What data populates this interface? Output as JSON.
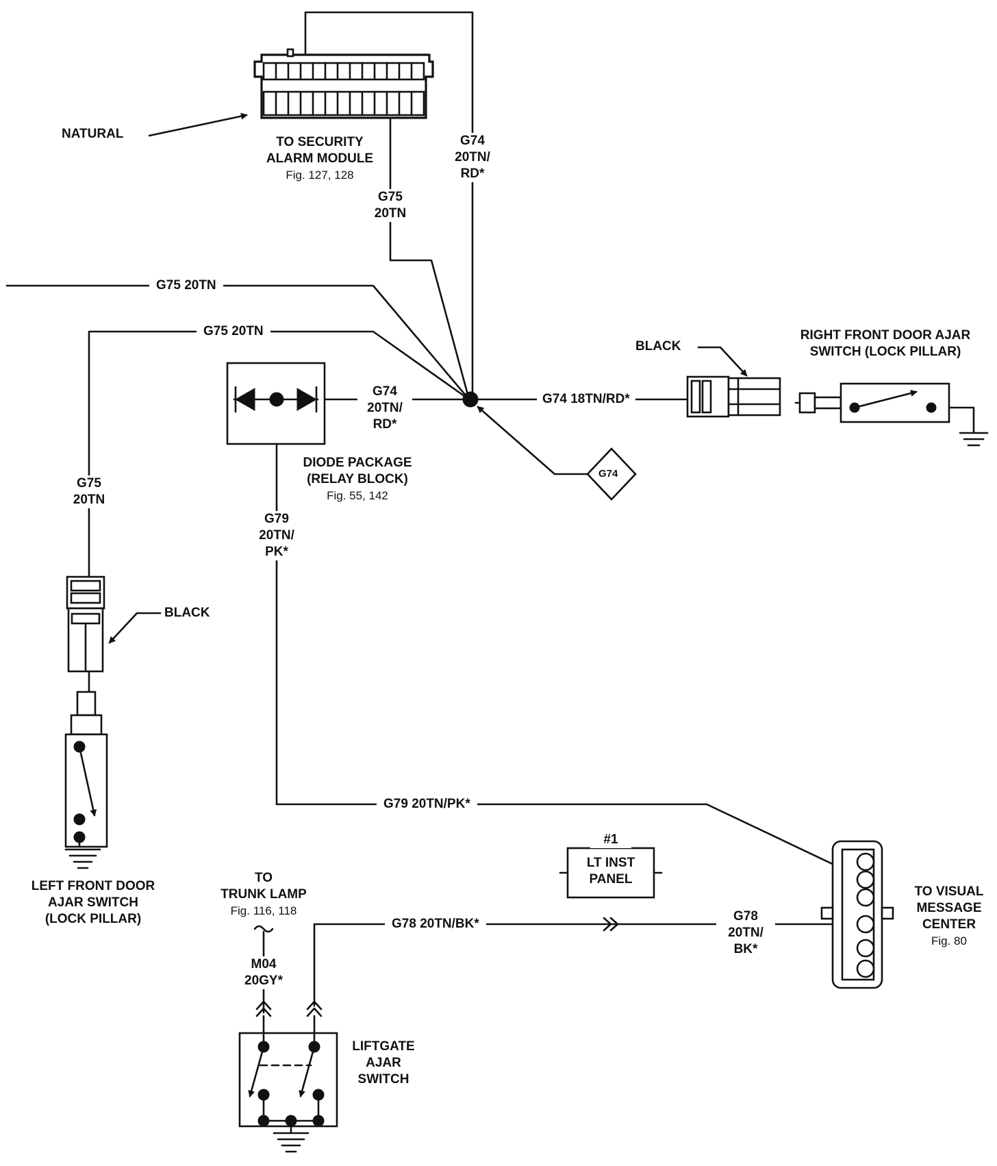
{
  "labels": {
    "natural": "NATURAL",
    "security_module": [
      "TO SECURITY",
      "ALARM MODULE"
    ],
    "security_module_ref": "Fig. 127, 128",
    "g74_top": [
      "G74",
      "20TN/",
      "RD*"
    ],
    "g75_top": [
      "G75",
      "20TN"
    ],
    "g75_left_1": "G75 20TN",
    "g75_left_2": "G75 20TN",
    "g74_diode": [
      "G74",
      "20TN/",
      "RD*"
    ],
    "g74_right": "G74 18TN/RD*",
    "g74_splice": "G74",
    "black_right": "BLACK",
    "right_switch": [
      "RIGHT FRONT DOOR AJAR",
      "SWITCH (LOCK PILLAR)"
    ],
    "diode_package": [
      "DIODE PACKAGE",
      "(RELAY BLOCK)"
    ],
    "diode_package_ref": "Fig. 55, 142",
    "g79_vertical": [
      "G79",
      "20TN/",
      "PK*"
    ],
    "g75_vertical": [
      "G75",
      "20TN"
    ],
    "black_left": "BLACK",
    "left_switch": [
      "LEFT FRONT DOOR",
      "AJAR SWITCH",
      "(LOCK PILLAR)"
    ],
    "g79_horizontal": "G79 20TN/PK*",
    "inst_panel_num": "#1",
    "inst_panel": [
      "LT INST",
      "PANEL"
    ],
    "visual_center": [
      "TO VISUAL",
      "MESSAGE",
      "CENTER"
    ],
    "visual_center_ref": "Fig. 80",
    "trunk_lamp": [
      "TO",
      "TRUNK LAMP"
    ],
    "trunk_lamp_ref": "Fig. 116, 118",
    "g78_horizontal": "G78 20TN/BK*",
    "g78_vertical": [
      "G78",
      "20TN/",
      "BK*"
    ],
    "m04": [
      "M04",
      "20GY*"
    ],
    "liftgate_switch": [
      "LIFTGATE",
      "AJAR",
      "SWITCH"
    ]
  }
}
